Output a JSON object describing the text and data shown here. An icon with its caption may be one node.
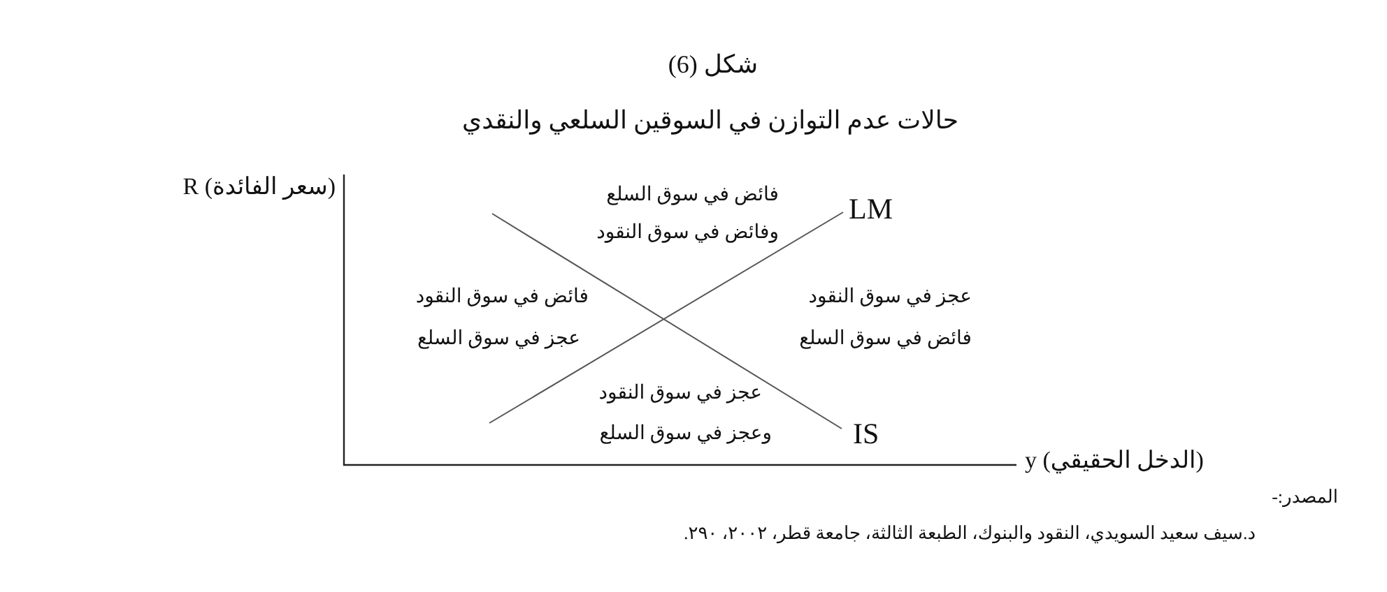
{
  "diagram": {
    "title": "شكل (6)",
    "labels": [
      "حالات عدم التوازن في السوقين السلعي والنقدي",
      "R (سعر الفائدة)",
      "فائض في سوق السلع",
      "LM",
      "وفائض في سوق النقود",
      "فائض في سوق النقود",
      "عجز في سوق النقود",
      "عجز في سوق السلع",
      "فائض في سوق السلع",
      "عجز في سوق النقود",
      "وعجز في سوق السلع",
      "IS",
      "y (الدخل الحقيقي)",
      "المصدر:-",
      "د.سيف سعيد السويدي، النقود والبنوك، الطبعة الثالثة، جامعة قطر، ٢٠٠٢، ٢٩٠."
    ]
  }
}
